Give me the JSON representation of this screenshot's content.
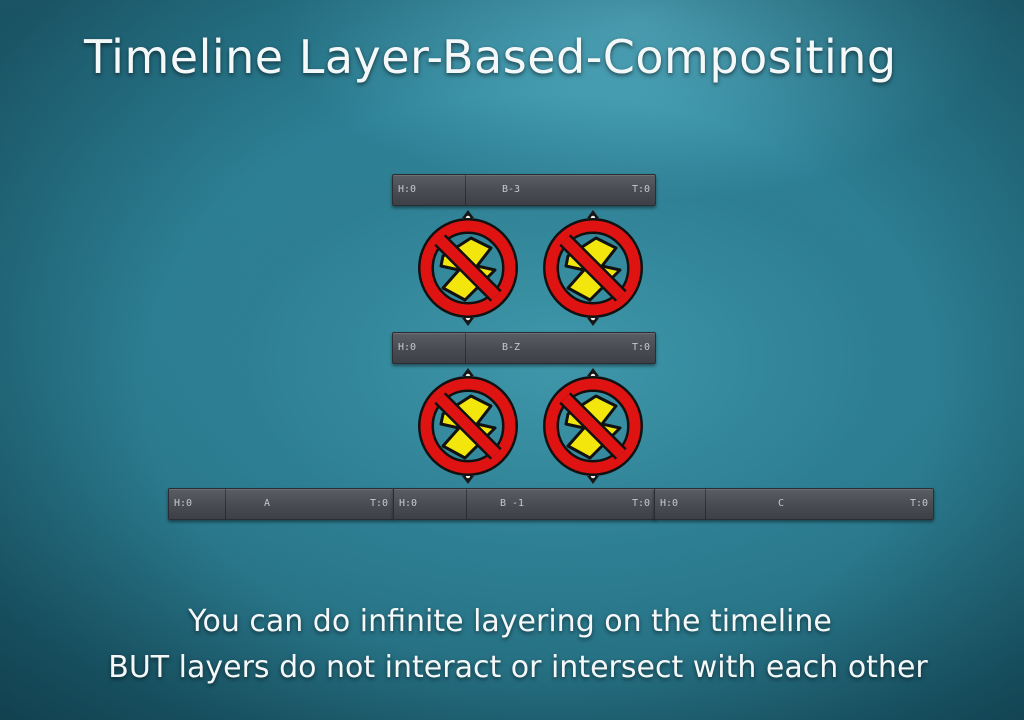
{
  "title": "Timeline Layer-Based-Compositing",
  "caption": {
    "line1": "You can do infinite layering on the timeline",
    "line2": "BUT layers do not interact or intersect with each other"
  },
  "clips": {
    "b3": {
      "head": "H:0",
      "name": "B-3",
      "tail": "T:0"
    },
    "b2": {
      "head": "H:0",
      "name": "B-Z",
      "tail": "T:0"
    },
    "a": {
      "head": "H:0",
      "name": "A",
      "tail": "T:0"
    },
    "b1": {
      "head": "H:0",
      "name": "B -1",
      "tail": "T:0"
    },
    "c": {
      "head": "H:0",
      "name": "C",
      "tail": "T:0"
    }
  },
  "icons": {
    "no_interaction": "no-lightning-icon",
    "ring_color": "#e01313",
    "bolt_color": "#f2e60c"
  }
}
